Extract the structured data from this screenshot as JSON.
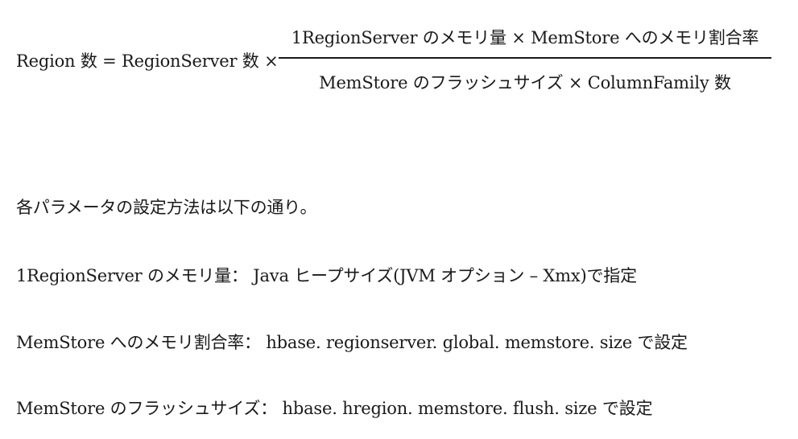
{
  "formula": {
    "lhs": "Region 数 = RegionServer 数 ×",
    "numerator": "1RegionServer のメモリ量 × MemStore へのメモリ割合率",
    "denominator": "MemStore のフラッシュサイズ × ColumnFamily 数"
  },
  "intro": "各パラメータの設定方法は以下の通り。",
  "params": [
    {
      "text": "1RegionServer のメモリ量：  Java ヒープサイズ(JVM オプション  – Xmx)で指定"
    },
    {
      "text": "MemStore へのメモリ割合率：  hbase. regionserver. global. memstore. size で設定"
    },
    {
      "text": "MemStore のフラッシュサイズ：  hbase. hregion. memstore. flush. size で設定"
    }
  ]
}
